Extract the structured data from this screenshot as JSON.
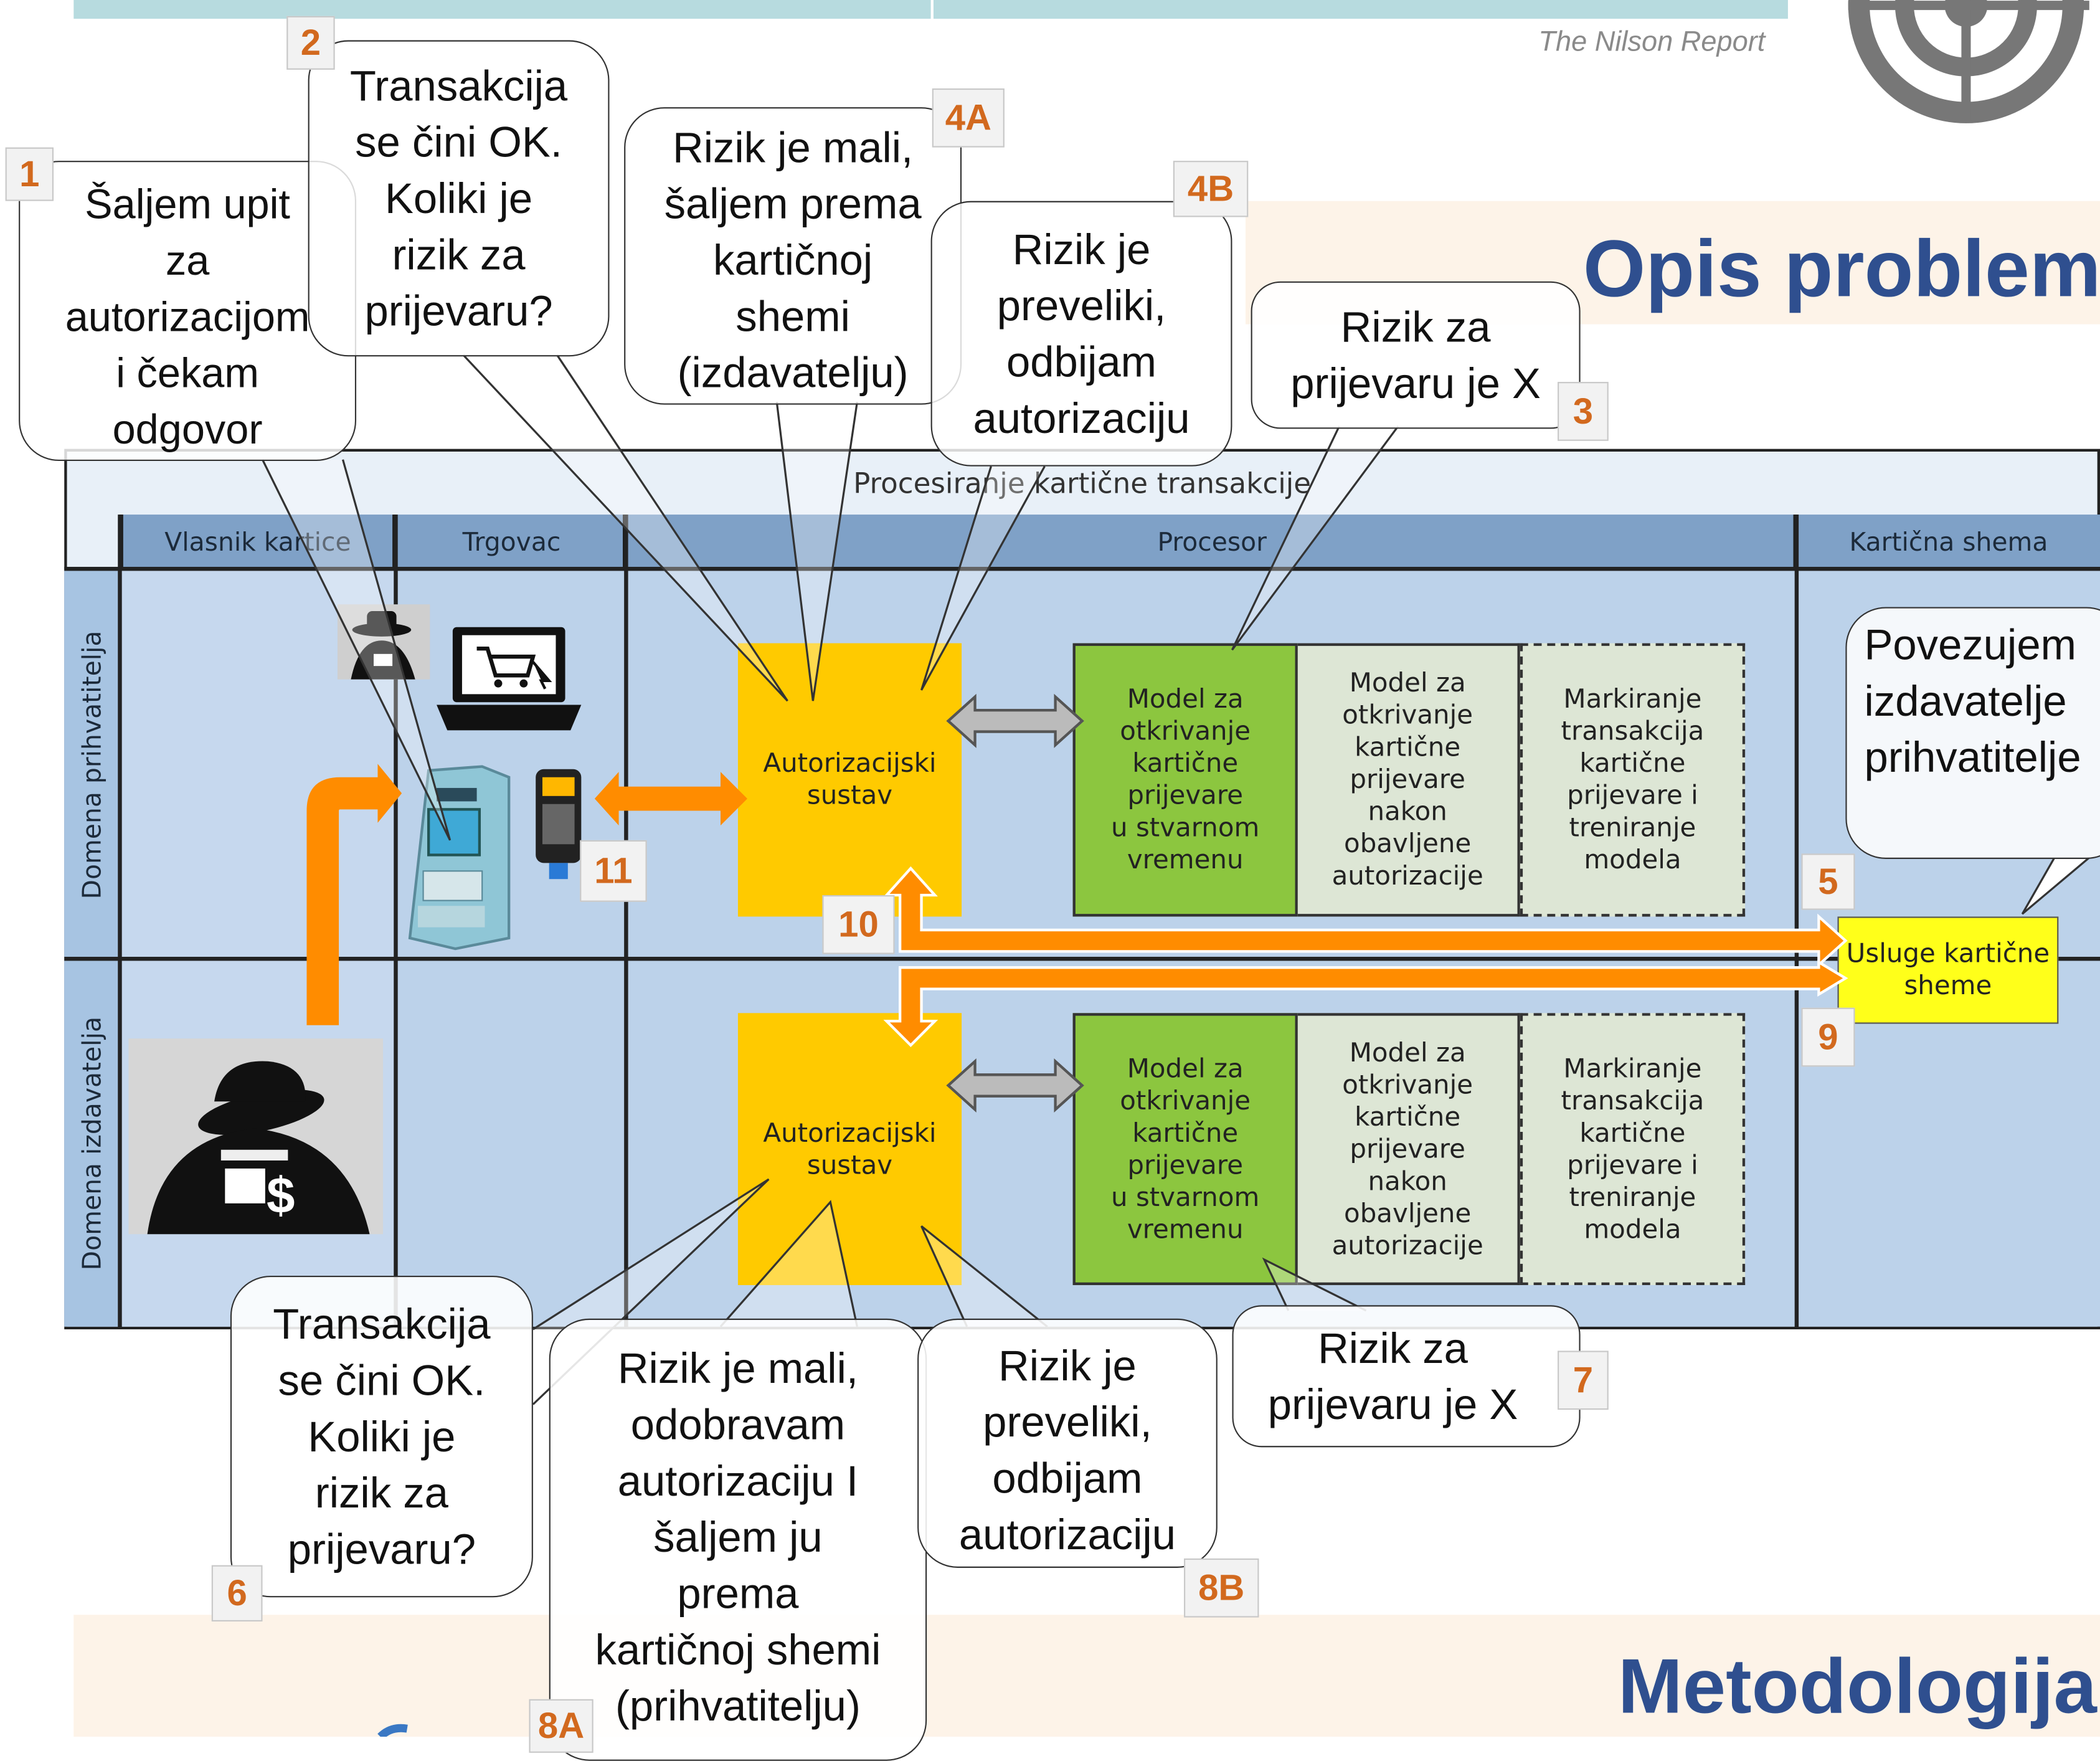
{
  "header": {
    "source": "The Nilson Report",
    "title_top": "Opis problema",
    "title_bottom": "Metodologija"
  },
  "diagram": {
    "title": "Procesiranje kartične transakcije",
    "columns": [
      "Vlasnik kartice",
      "Trgovac",
      "Procesor",
      "Kartična shema"
    ],
    "rows": [
      "Domena prihvatitelja",
      "Domena izdavatelja"
    ],
    "acquirer": {
      "auth_system": "Autorizacijski\nsustav",
      "model_realtime": "Model za\notkrivanje\nkartične\nprijevare\nu stvarnom\nvremenu",
      "model_post": "Model za\notkrivanje\nkartične\nprijevare\nnakon\nobavljene\nautorizacije",
      "marking": "Markiranje\ntransakcija\nkartične\nprijevare i\ntreniranje\nmodela"
    },
    "issuer": {
      "auth_system": "Autorizacijski\nsustav",
      "model_realtime": "Model za\notkrivanje\nkartične\nprijevare\nu stvarnom\nvremenu",
      "model_post": "Model za\notkrivanje\nkartične\nprijevare\nnakon\nobavljene\nautorizacije",
      "marking": "Markiranje\ntransakcija\nkartične\nprijevare i\ntreniranje\nmodela"
    },
    "scheme_services": "Usluge kartične\nsheme",
    "icons": [
      "fraudster-icon",
      "laptop-cart-icon",
      "atm-icon",
      "pos-terminal-icon"
    ]
  },
  "callouts": [
    {
      "num": "1",
      "text": "Šaljem upit\nza\nautorizacijom\ni čekam\nodgovor"
    },
    {
      "num": "2",
      "text": "Transakcija\nse čini OK.\nKoliki je\nrizik za\nprijevaru?"
    },
    {
      "num": "4A",
      "text": "Rizik je mali,\nšaljem prema\nkartičnoj\nshemi\n(izdavatelju)"
    },
    {
      "num": "4B",
      "text": "Rizik je\npreveliki,\nodbijam\nautorizaciju"
    },
    {
      "num": "3",
      "text": "Rizik za\nprijevaru je X"
    },
    {
      "num": "5",
      "text": "Povezujem\nizdavatelje\nprihvatitelje"
    },
    {
      "num": "6",
      "text": "Transakcija\nse čini OK.\nKoliki je\nrizik za\nprijevaru?"
    },
    {
      "num": "8A",
      "text": "Rizik je mali,\nodobravam\nautorizaciju I\nšaljem ju\nprema\nkartičnoj shemi\n(prihvatitelju)"
    },
    {
      "num": "8B",
      "text": "Rizik je\npreveliki,\nodbijam\nautorizaciju"
    },
    {
      "num": "7",
      "text": "Rizik za\nprijevaru je X"
    }
  ],
  "flow_numbers": [
    "9",
    "10",
    "11"
  ],
  "colors": {
    "lane_bg": "#bcd2ea",
    "header_bg": "#7fa1c7",
    "auth_yellow": "#ffca00",
    "model_green": "#8cc63f",
    "grey_box": "#dde6d5",
    "scheme_yellow": "#ffff1a",
    "arrow_orange": "#ff8c00",
    "number_orange": "#d2691e",
    "heading_blue": "#2f4f8f"
  }
}
